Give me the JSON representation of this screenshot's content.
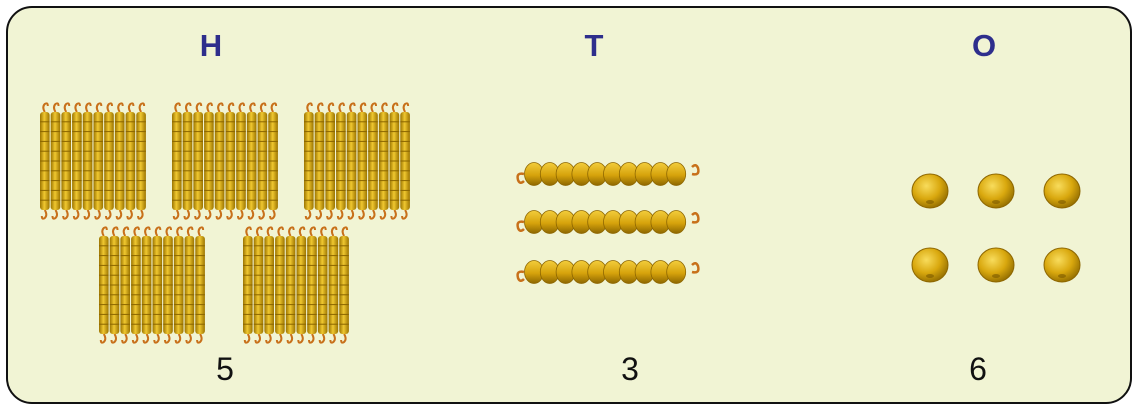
{
  "columns": [
    {
      "heading": "H",
      "count": "5",
      "items": 5
    },
    {
      "heading": "T",
      "count": "3",
      "items": 3
    },
    {
      "heading": "O",
      "count": "6",
      "items": 6
    }
  ],
  "colors": {
    "panel_bg": "#f1f4d4",
    "border": "#111111",
    "heading": "#2e2e8c",
    "bead": "#d9a80e",
    "bead_dark": "#a07800",
    "bead_light": "#f5d24a",
    "wire": "#c8701a"
  }
}
